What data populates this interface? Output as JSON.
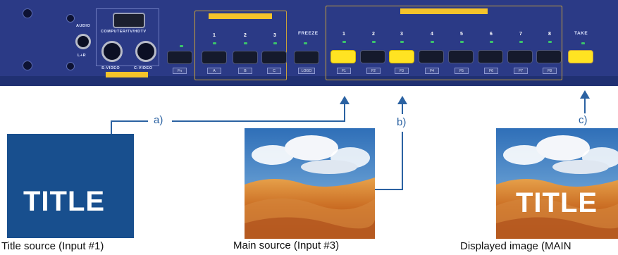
{
  "panel": {
    "audio_label": "AUDIO",
    "audio_lr_label": "L+R",
    "computer_label": "COMPUTER/TV/HDTV",
    "svideo_label": "S-VIDEO",
    "cvideo_label": "C-VIDEO",
    "freeze_label": "FREEZE",
    "take_label": "TAKE",
    "fn_label": "Fn",
    "logo_label": "LOGO",
    "output_group_numbers": [
      "1",
      "2",
      "3"
    ],
    "output_group_tabs": [
      "A",
      "B",
      "C"
    ],
    "input_numbers": [
      "1",
      "2",
      "3",
      "4",
      "5",
      "6",
      "7",
      "8"
    ],
    "input_tabs": [
      "F1",
      "F2",
      "F3",
      "F4",
      "F5",
      "F6",
      "F7",
      "F8"
    ],
    "highlighted_inputs": [
      1,
      3
    ],
    "take_highlighted": true
  },
  "callouts": {
    "a": "a)",
    "b": "b)",
    "c": "c)"
  },
  "cards": {
    "title_text": "TITLE",
    "overlay_title_text": "TITLE"
  },
  "captions": {
    "title_source": "Title source (Input #1)",
    "main_source": "Main source (Input #3)",
    "displayed": "Displayed image (MAIN"
  },
  "colors": {
    "panel": "#2b3a86",
    "highlight": "#ffe322",
    "annotation": "#2b62a2",
    "title_card": "#184f8e"
  }
}
